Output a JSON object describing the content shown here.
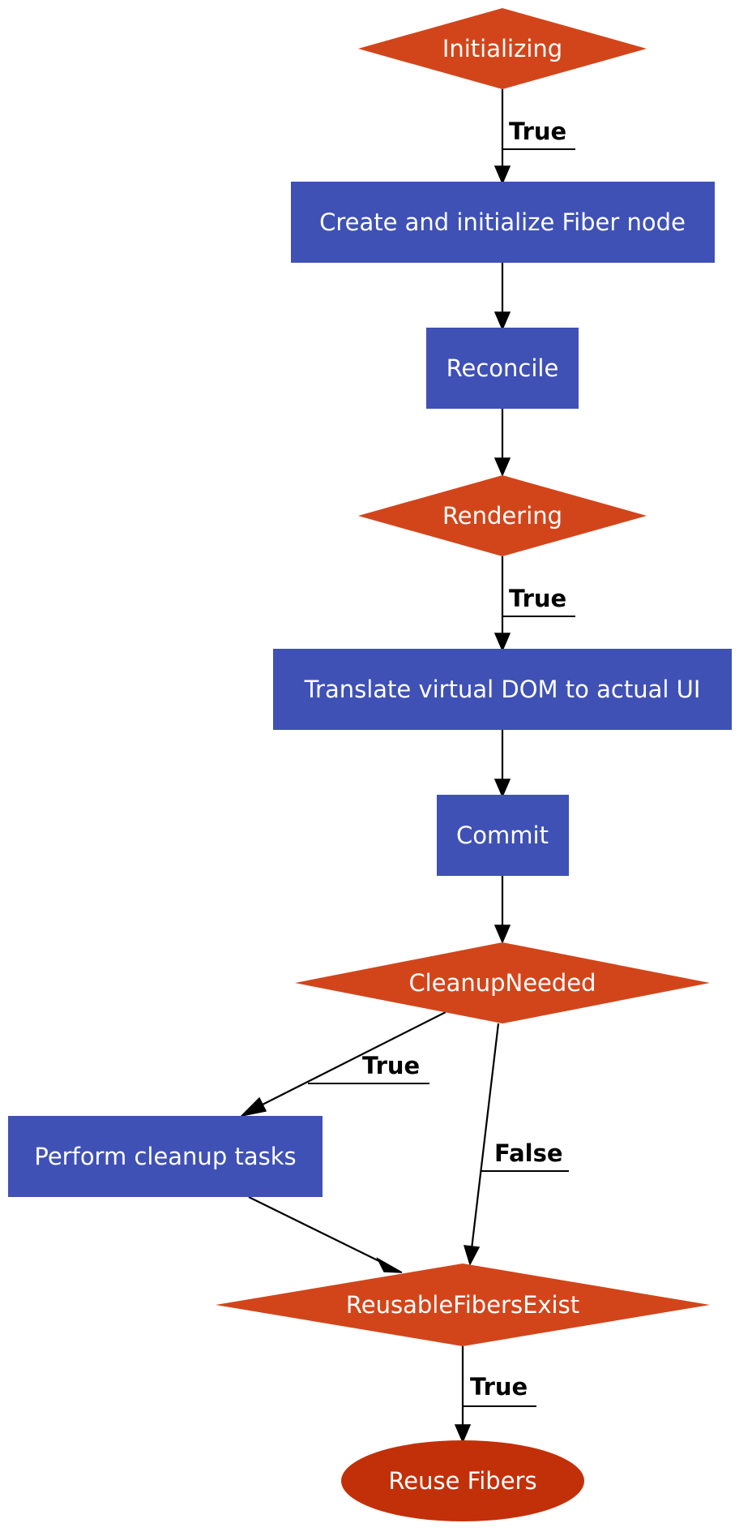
{
  "colors": {
    "process": "#3f51b5",
    "decision": "#d2451b",
    "terminal": "#c23009",
    "edge": "#000000"
  },
  "nodes": {
    "initializing": "Initializing",
    "create_fiber": "Create and initialize Fiber node",
    "reconcile": "Reconcile",
    "rendering": "Rendering",
    "translate_dom": "Translate virtual DOM to actual UI",
    "commit": "Commit",
    "cleanup_needed": "CleanupNeeded",
    "perform_cleanup": "Perform cleanup tasks",
    "reusable_fibers": "ReusableFibersExist",
    "reuse_fibers": "Reuse Fibers"
  },
  "edges": {
    "init_to_create": "True",
    "rendering_to_translate": "True",
    "cleanup_to_perform": "True",
    "cleanup_to_reusable": "False",
    "reusable_to_reuse": "True"
  }
}
